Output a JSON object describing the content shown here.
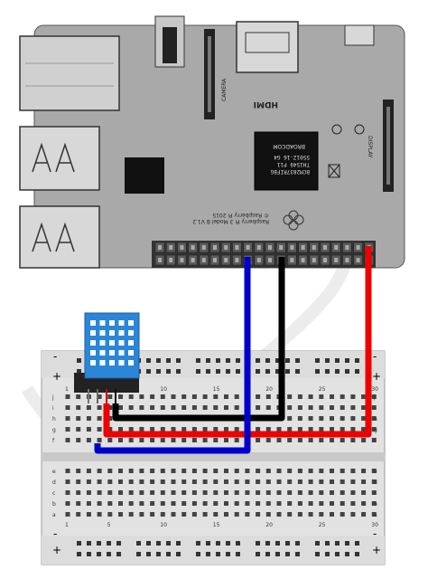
{
  "pi_board": {
    "model_text": "Raspberry Pi 3 Model B V1.2",
    "copyright_text": "© Raspberry Pi 2015",
    "hdmi_label": "HDMI",
    "camera_label": "CAMERA",
    "display_label": "DISPLAY",
    "chip_lines": [
      "BCM2837RIFBG",
      "TH1549 P11",
      "5501Z-16 G4"
    ],
    "chip_brand": "BROADCOM"
  },
  "breadboard": {
    "column_numbers": [
      "1",
      "5",
      "10",
      "15",
      "20",
      "25",
      "30"
    ],
    "row_letters_top": [
      "j",
      "i",
      "h",
      "g",
      "f"
    ],
    "row_letters_bottom": [
      "e",
      "d",
      "c",
      "b",
      "a"
    ],
    "rail_plus": "+",
    "rail_minus": "-"
  },
  "wires": [
    {
      "name": "data-wire",
      "color": "#0000cc"
    },
    {
      "name": "ground-wire",
      "color": "#000000"
    },
    {
      "name": "power-wire",
      "color": "#ee0000"
    }
  ],
  "sensor": {
    "body_color": "#2b86d8",
    "base_color": "#222222"
  }
}
